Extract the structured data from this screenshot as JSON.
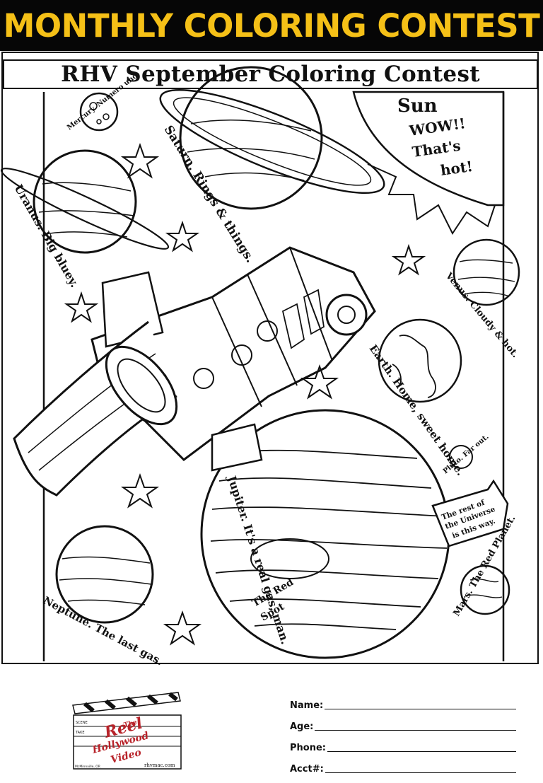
{
  "banner": {
    "title": "MONTHLY COLORING CONTEST",
    "text_color": "#f5c017",
    "background": "#060606"
  },
  "page": {
    "subtitle": "RHV September Coloring Contest"
  },
  "planets": {
    "sun": {
      "name": "Sun",
      "exclaim_1": "WOW!!",
      "exclaim_2": "That's",
      "exclaim_3": "hot!"
    },
    "mercury": "Mercury. Numero uno.",
    "saturn": "Saturn. Rings & things.",
    "uranus": "Uranus. Big bluey.",
    "venus": "Venus. Cloudy & hot.",
    "earth": "Earth. Home, sweet home.",
    "pluto": "Pluto. Far out.",
    "jupiter": "Jupiter. It's a real gas, man.",
    "red_spot": {
      "line_1": "The Red",
      "line_2": "Spot"
    },
    "neptune": "Neptune. The last gas.",
    "mars": "Mars. The Red Planet.",
    "universe_sign": {
      "line_1": "The rest of",
      "line_2": "the Universe",
      "line_3": "is this way."
    }
  },
  "logo": {
    "the": "The",
    "reel": "Reel",
    "hollywood": "Hollywood",
    "video": "Video",
    "scene": "SCENE",
    "take": "TAKE",
    "location": "McMinnville, OR",
    "website": "rhvmac.com",
    "accent_color": "#b8232a"
  },
  "form": {
    "fields": [
      {
        "label": "Name:"
      },
      {
        "label": "Age:"
      },
      {
        "label": "Phone:"
      },
      {
        "label": "Acct#:"
      }
    ]
  }
}
